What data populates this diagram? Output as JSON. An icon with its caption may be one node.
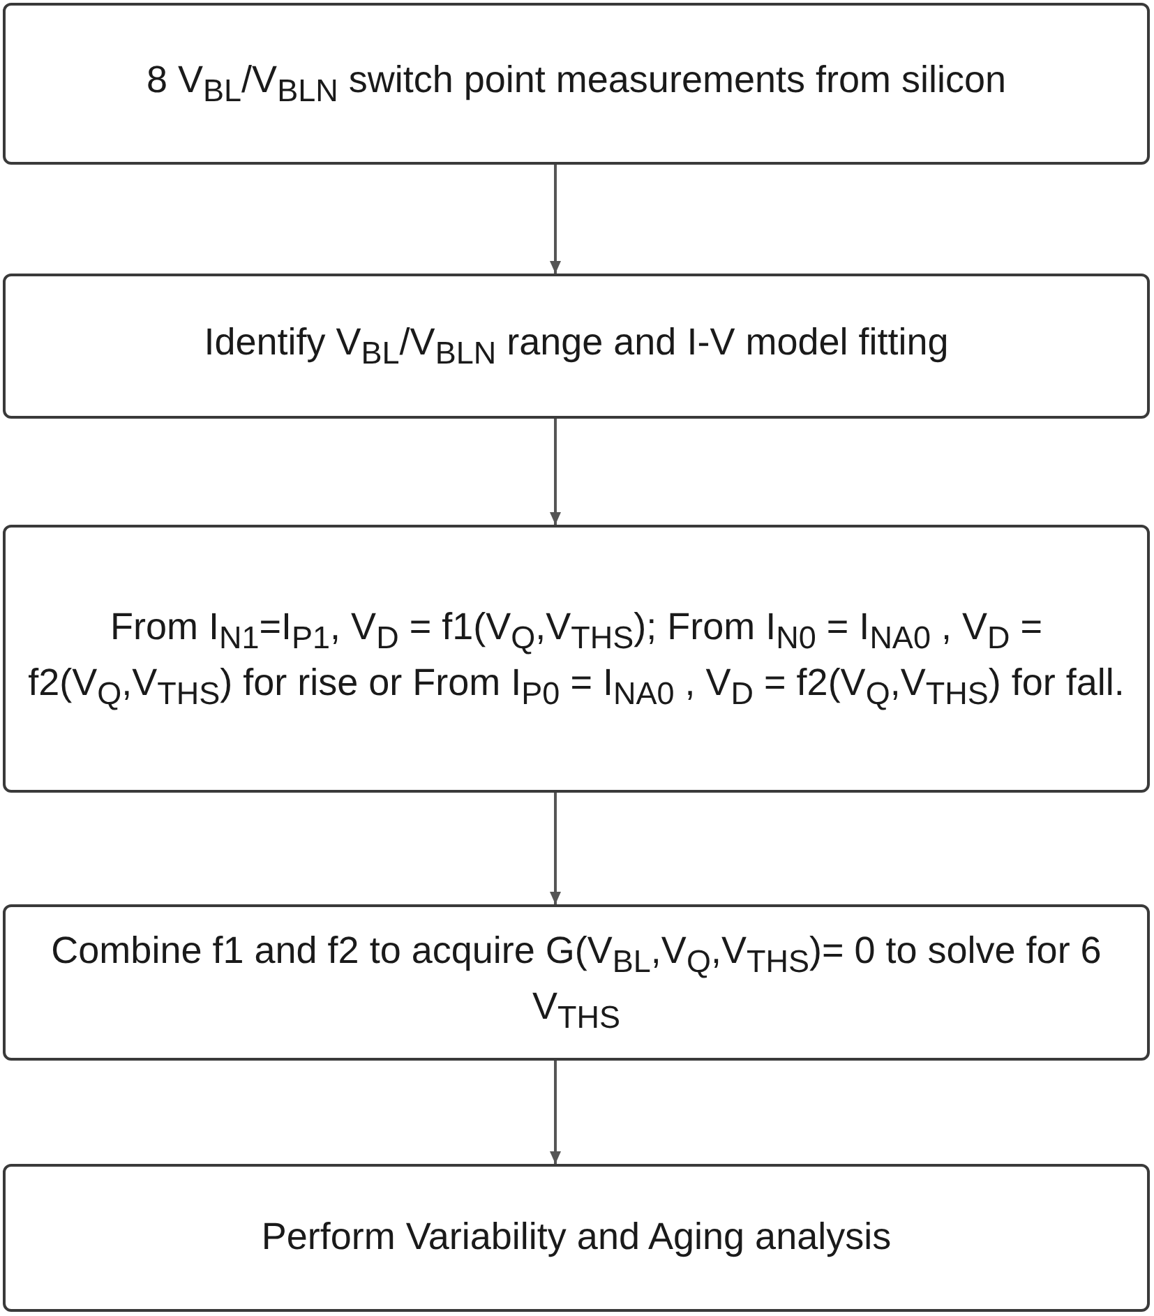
{
  "diagram": {
    "nodes": [
      {
        "text": [
          "8 V$_{BL}$/V$_{BLN}$ switch point measurements from silicon"
        ]
      },
      {
        "text": [
          "Identify V$_{BL}$/V$_{BLN}$ range and I-V model fitting"
        ]
      },
      {
        "text": [
          "From I$_{N1}$=I$_{P1}$, V$_{D}$ = f1(V$_{Q}$,V$_{THS}$); From I$_{N0}$ = I$_{NA0}$ , V$_{D}$ = f2(V$_{Q}$,V$_{THS}$) for rise or From I$_{P0}$ = I$_{NA0}$ , V$_{D}$ = f2(V$_{Q}$,V$_{THS}$) for fall."
        ]
      },
      {
        "text": [
          "Combine f1 and f2 to acquire G(V$_{BL}$,V$_{Q}$,V$_{THS}$)= 0 to solve for 6 V$_{THS}$"
        ]
      },
      {
        "text": [
          "Perform Variability and Aging analysis"
        ]
      }
    ],
    "edges": [
      {
        "from": 0,
        "to": 1,
        "arrow": "to"
      },
      {
        "from": 1,
        "to": 2,
        "arrow": "to"
      },
      {
        "from": 2,
        "to": 3,
        "arrow": "to"
      },
      {
        "from": 3,
        "to": 4,
        "arrow": "to"
      }
    ]
  }
}
